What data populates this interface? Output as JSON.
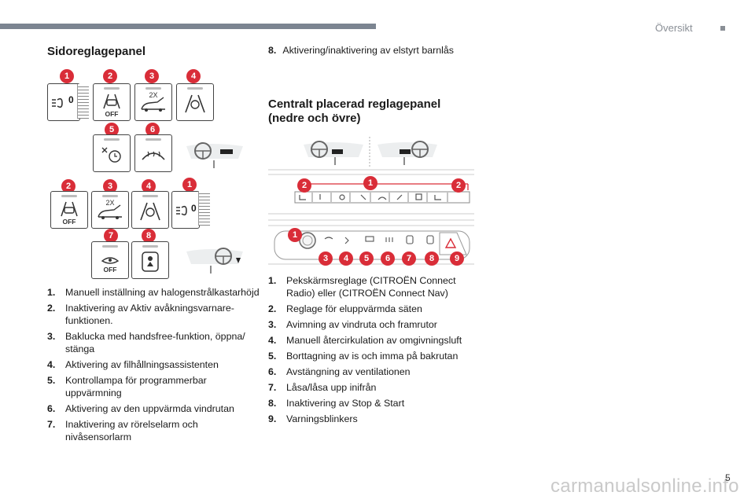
{
  "header": {
    "section": "Översikt"
  },
  "left": {
    "heading": "Sidoreglagepanel",
    "items": [
      {
        "num": "1.",
        "text": "Manuell inställning av halogenstrålkastarhöjd"
      },
      {
        "num": "2.",
        "text": "Inaktivering av Aktiv avåkningsvarnare-funktionen."
      },
      {
        "num": "3.",
        "text": "Baklucka med handsfree-funktion, öppna/ stänga"
      },
      {
        "num": "4.",
        "text": "Aktivering av filhållningsassistenten"
      },
      {
        "num": "5.",
        "text": "Kontrollampa för programmerbar uppvärmning"
      },
      {
        "num": "6.",
        "text": "Aktivering av den uppvärmda vindrutan"
      },
      {
        "num": "7.",
        "text": "Inaktivering av rörelselarm och nivåsensorlarm"
      }
    ]
  },
  "right": {
    "item8": {
      "num": "8.",
      "text": "Aktivering/inaktivering av elstyrt barnlås"
    },
    "heading_line1": "Centralt placerad reglagepanel",
    "heading_line2": "(nedre och övre)",
    "items": [
      {
        "num": "1.",
        "text": "Pekskärmsreglage (CITROËN Connect Radio) eller (CITROËN Connect Nav)"
      },
      {
        "num": "2.",
        "text": "Reglage för eluppvärmda säten"
      },
      {
        "num": "3.",
        "text": "Avimning av vindruta och framrutor"
      },
      {
        "num": "4.",
        "text": "Manuell återcirkulation av omgivningsluft"
      },
      {
        "num": "5.",
        "text": "Borttagning av is och imma på bakrutan"
      },
      {
        "num": "6.",
        "text": "Avstängning av ventilationen"
      },
      {
        "num": "7.",
        "text": "Låsa/låsa upp inifrån"
      },
      {
        "num": "8.",
        "text": "Inaktivering av Stop & Start"
      },
      {
        "num": "9.",
        "text": "Varningsblinkers"
      }
    ]
  },
  "figure": {
    "off": "OFF",
    "twox": "2X",
    "zero": "0",
    "badges_row1": [
      "1",
      "2",
      "3",
      "4"
    ],
    "badges_row2": [
      "5",
      "6"
    ],
    "badges_row3": [
      "2",
      "3",
      "4",
      "1"
    ],
    "badges_row4": [
      "7",
      "8"
    ],
    "badges_center_top": [
      "2",
      "1",
      "2"
    ],
    "badges_center_bottom": [
      "1",
      "3",
      "4",
      "5",
      "6",
      "7",
      "8",
      "9"
    ]
  },
  "footer": {
    "page": "5",
    "watermark": "carmanualsonline.info"
  },
  "colors": {
    "badge": "#d92d38",
    "topbar": "#7c8591"
  }
}
